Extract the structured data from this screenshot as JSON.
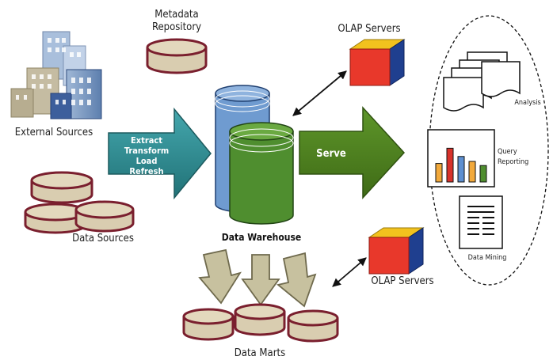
{
  "diagram": {
    "labels": {
      "metadata_line1": "Metadata",
      "metadata_line2": "Repository",
      "external_sources": "External Sources",
      "data_sources": "Data Sources",
      "etl_line1": "Extract",
      "etl_line2": "Transform",
      "etl_line3": "Load",
      "etl_line4": "Refresh",
      "data_warehouse": "Data Warehouse",
      "serve": "Serve",
      "olap_top": "OLAP Servers",
      "olap_bottom": "OLAP Servers",
      "data_marts": "Data Marts",
      "analysis": "Analysis",
      "query_line1": "Query",
      "query_line2": "Reporting",
      "data_mining": "Data Mining"
    },
    "colors": {
      "disk_fill": "#d9cdb0",
      "disk_border": "#7a1f2e",
      "etl_arrow": "#2e8a8f",
      "serve_arrow": "#4f7f1d",
      "warehouse_back": "#6f9bd0",
      "warehouse_front": "#4f8e2f",
      "down_arrow": "#c7c19f",
      "cube_front": "#e8382b",
      "cube_top": "#f2c21e",
      "cube_side": "#1f3f8f"
    },
    "report_bars": [
      {
        "value": 0.45,
        "color": "#f2a93b"
      },
      {
        "value": 0.82,
        "color": "#d8322b"
      },
      {
        "value": 0.62,
        "color": "#5d8fd0"
      },
      {
        "value": 0.5,
        "color": "#f2a93b"
      },
      {
        "value": 0.4,
        "color": "#4f8e2f"
      }
    ]
  }
}
